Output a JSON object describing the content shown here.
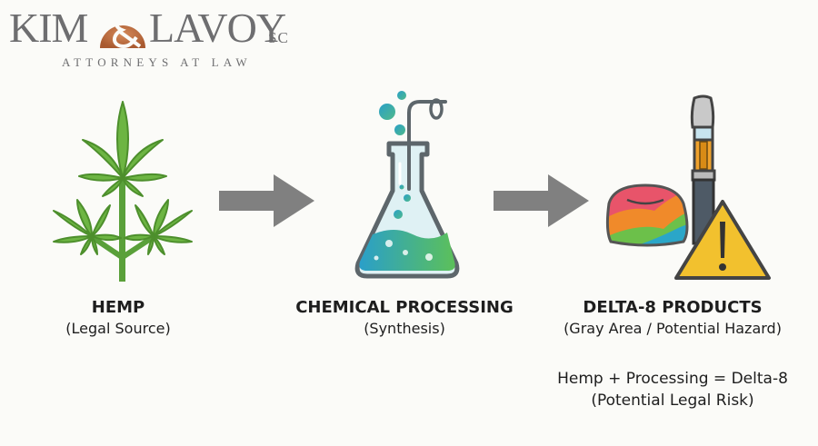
{
  "logo": {
    "word_left": "KIM",
    "ampersand": "&",
    "word_right": "LAVOY",
    "suffix": "SC",
    "tagline": "ATTORNEYS AT LAW",
    "colors": {
      "text": "#6e6e70",
      "ampersand": "#b5683c"
    }
  },
  "diagram": {
    "steps": [
      {
        "icon": "hemp-leaf-icon",
        "title": "HEMP",
        "subtitle": "(Legal Source)",
        "color": "#5aa03a"
      },
      {
        "icon": "flask-icon",
        "title": "CHEMICAL PROCESSING",
        "subtitle": "(Synthesis)",
        "color": "#2aa6b8"
      },
      {
        "icon": "delta8-products-icon",
        "title": "DELTA-8 PRODUCTS",
        "subtitle": "(Gray Area / Potential Hazard)",
        "color": "#f2c12e"
      }
    ],
    "arrows": [
      {
        "from": "HEMP",
        "to": "CHEMICAL PROCESSING",
        "color": "#808080"
      },
      {
        "from": "CHEMICAL PROCESSING",
        "to": "DELTA-8 PRODUCTS",
        "color": "#808080"
      }
    ],
    "equation": {
      "line1": "Hemp + Processing = Delta-8",
      "line2": "(Potential Legal Risk)"
    }
  }
}
